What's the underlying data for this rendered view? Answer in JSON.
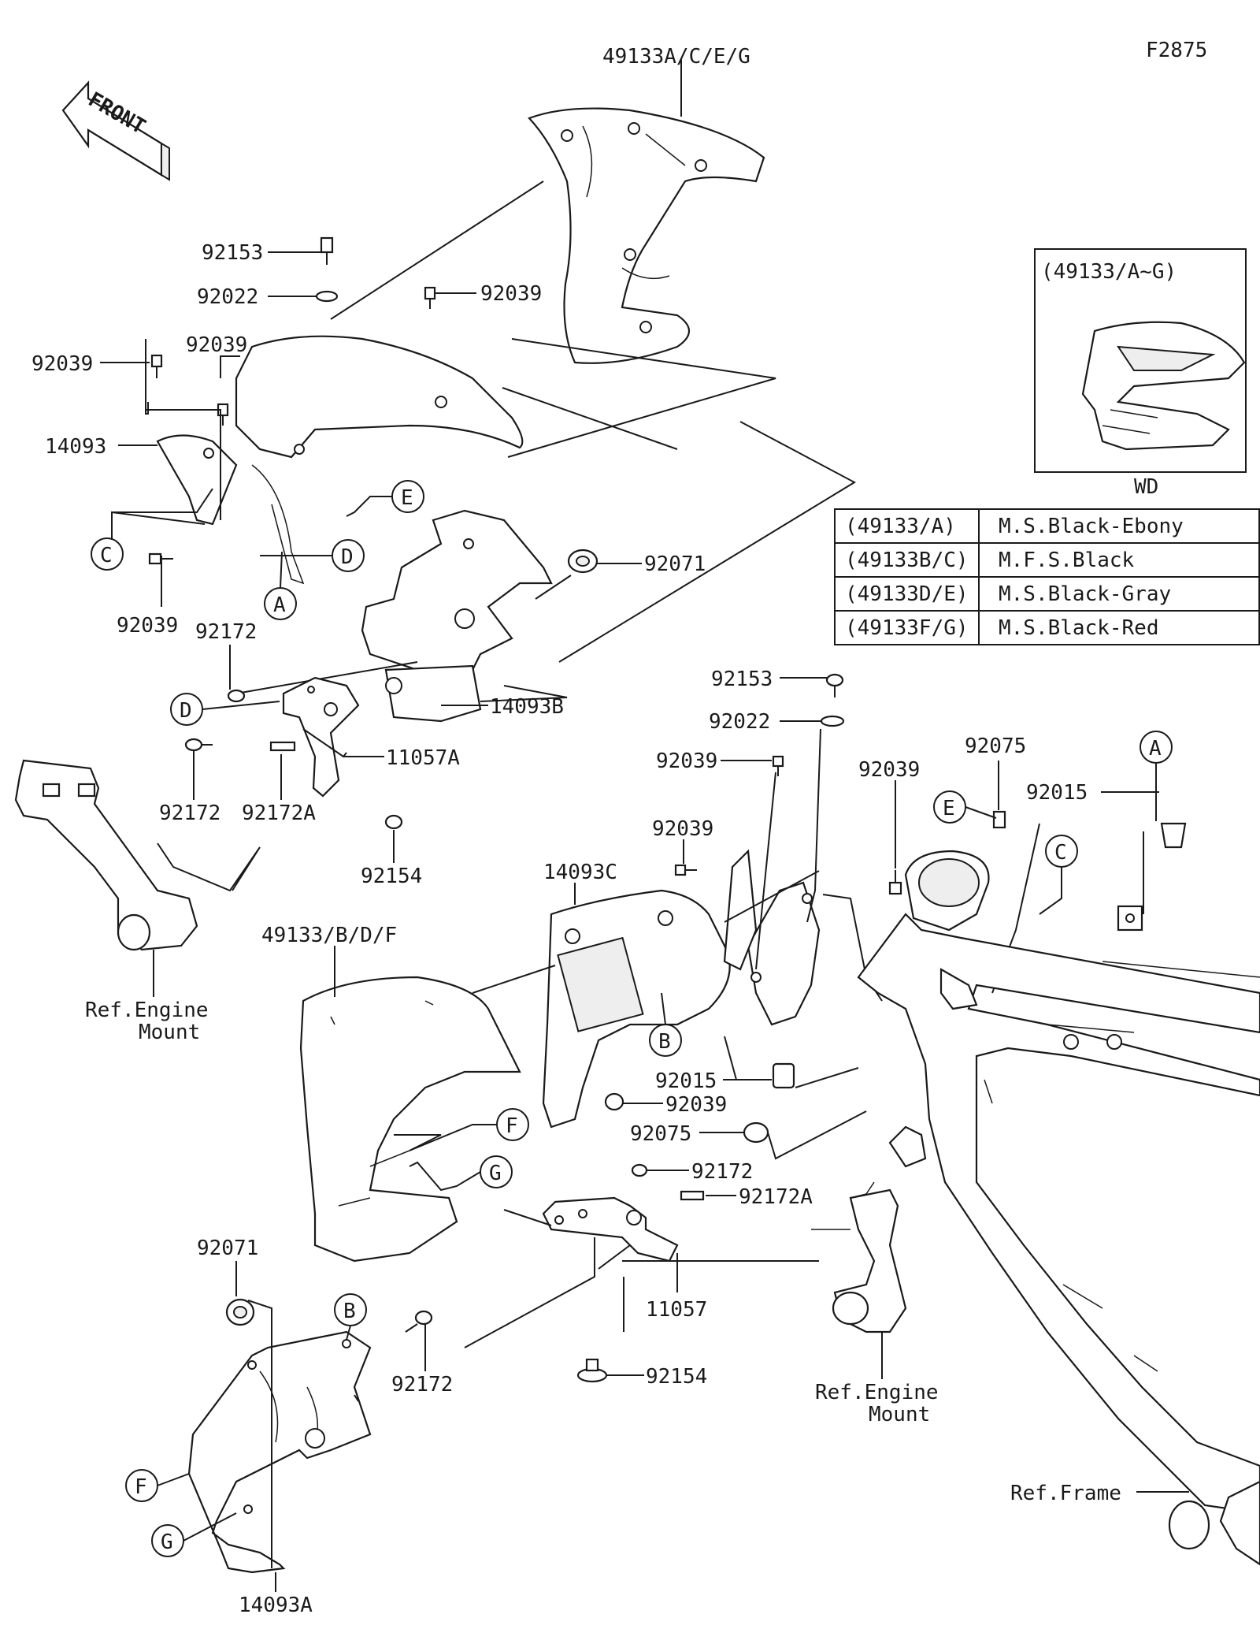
{
  "figure_code": "F2875",
  "front_label": "FRONT",
  "callouts": {
    "c49133ACEG": "49133A/C/E/G",
    "c92153_top": "92153",
    "c92022_top": "92022",
    "c92039_a": "92039",
    "c92039_b": "92039",
    "c92039_c": "92039",
    "c14093": "14093",
    "c92039_d": "92039",
    "c92172_a": "92172",
    "c92071_a": "92071",
    "c14093B": "14093B",
    "c11057A": "11057A",
    "c92172_b": "92172",
    "c92172A_a": "92172A",
    "c92154_a": "92154",
    "ref_engine_mount_1a": "Ref.Engine",
    "ref_engine_mount_1b": "Mount",
    "c92153_r": "92153",
    "c92022_r": "92022",
    "c92039_e": "92039",
    "c92039_f": "92039",
    "c92075_r": "92075",
    "c92015_r": "92015",
    "c92039_g": "92039",
    "c14093C": "14093C",
    "c49133BDF": "49133/B/D/F",
    "c92015_m": "92015",
    "c92039_h": "92039",
    "c92075_m": "92075",
    "c92172_c": "92172",
    "c92172A_b": "92172A",
    "c11057": "11057",
    "c92154_b": "92154",
    "ref_engine_mount_2a": "Ref.Engine",
    "ref_engine_mount_2b": "Mount",
    "c92071_b": "92071",
    "c92172_d": "92172",
    "c14093A": "14093A",
    "ref_frame": "Ref.Frame"
  },
  "markers": [
    "A",
    "B",
    "C",
    "D",
    "E",
    "F",
    "G"
  ],
  "wd_box": {
    "title": "(49133/A~G)",
    "caption": "WD"
  },
  "color_table": [
    {
      "code": "(49133/A)",
      "color": "M.S.Black-Ebony"
    },
    {
      "code": "(49133B/C)",
      "color": "M.F.S.Black"
    },
    {
      "code": "(49133D/E)",
      "color": "M.S.Black-Gray"
    },
    {
      "code": "(49133F/G)",
      "color": "M.S.Black-Red"
    }
  ]
}
